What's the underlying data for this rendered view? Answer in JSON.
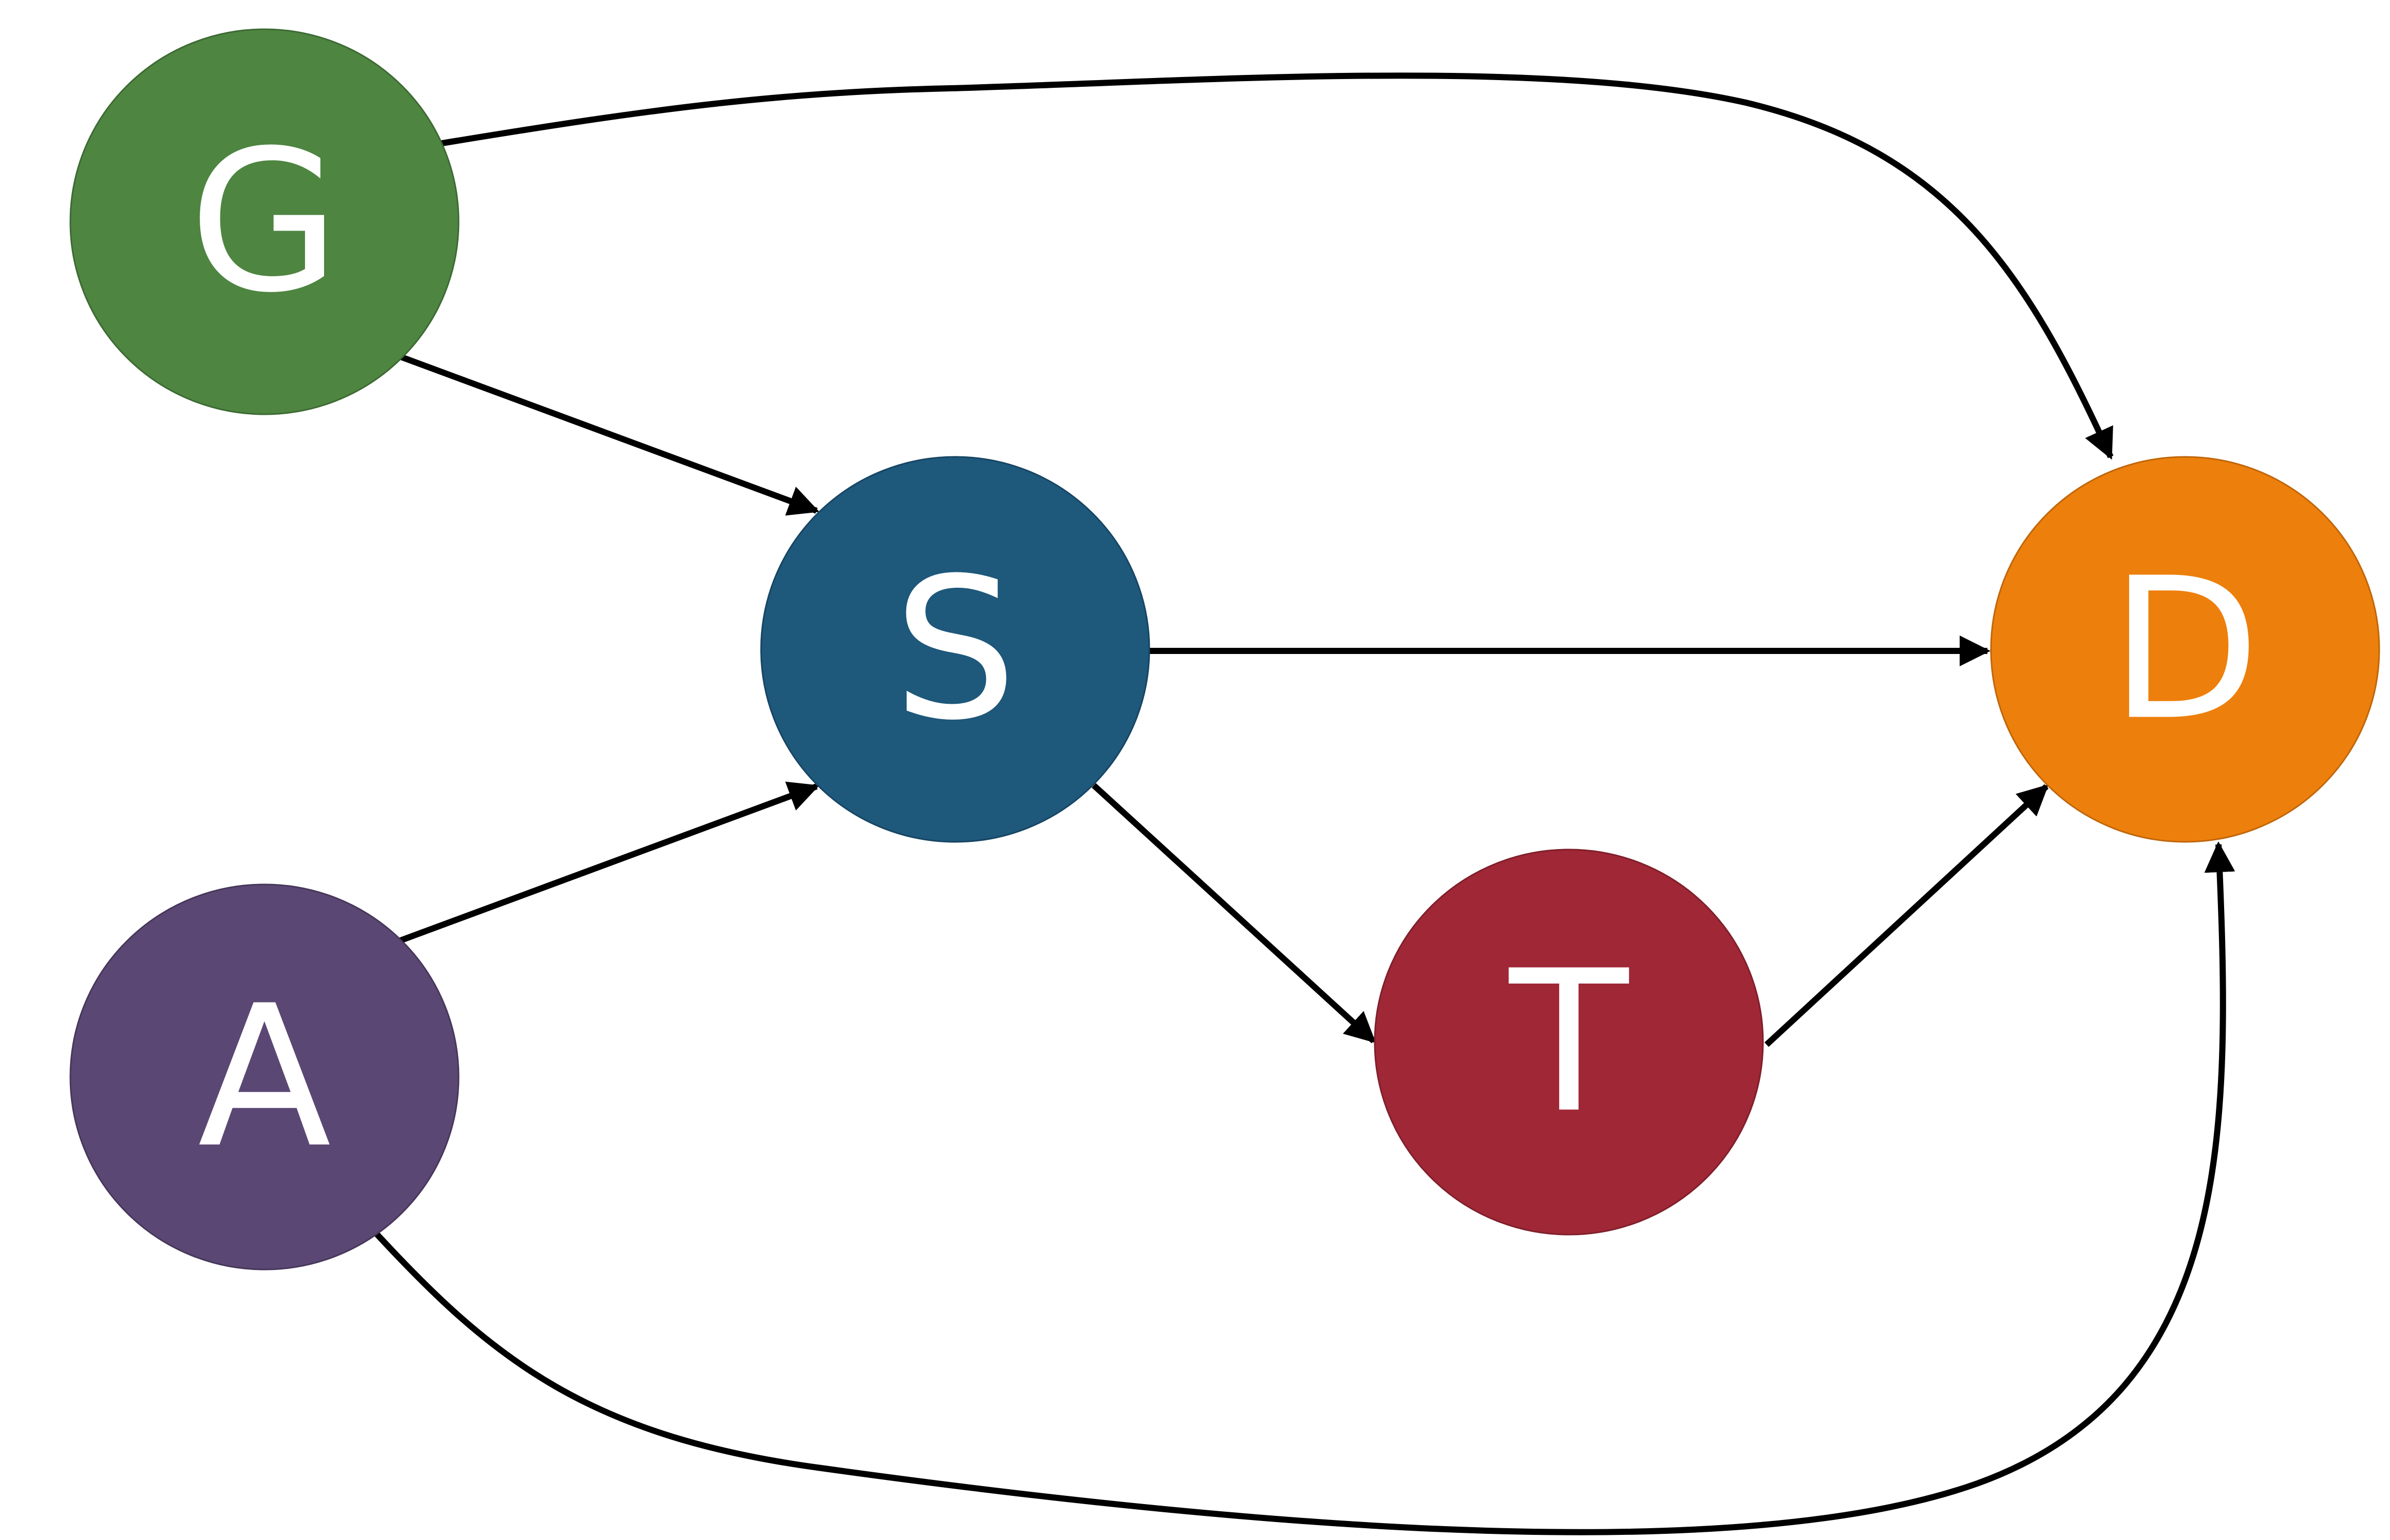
{
  "nodes": [
    {
      "id": "G",
      "label": "G",
      "color": "#4e8541",
      "stroke": "#3d6a33"
    },
    {
      "id": "S",
      "label": "S",
      "color": "#1e587b",
      "stroke": "#174563"
    },
    {
      "id": "A",
      "label": "A",
      "color": "#5b4773",
      "stroke": "#46375a"
    },
    {
      "id": "T",
      "label": "T",
      "color": "#a02736",
      "stroke": "#7f1f2b"
    },
    {
      "id": "D",
      "label": "D",
      "color": "#ed7f0c",
      "stroke": "#c0660a"
    }
  ],
  "edges": [
    {
      "from": "G",
      "to": "D"
    },
    {
      "from": "G",
      "to": "S"
    },
    {
      "from": "S",
      "to": "D"
    },
    {
      "from": "A",
      "to": "S"
    },
    {
      "from": "S",
      "to": "T"
    },
    {
      "from": "T",
      "to": "D"
    },
    {
      "from": "A",
      "to": "D"
    }
  ]
}
